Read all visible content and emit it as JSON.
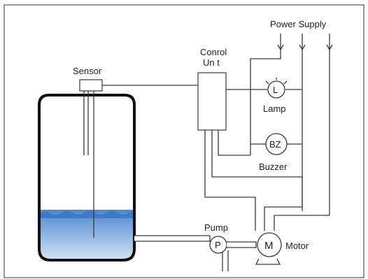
{
  "labels": {
    "power_supply": "Power Supply",
    "control_unit_line1": "Conrol",
    "control_unit_line2": "Un t",
    "sensor": "Sensor",
    "lamp": "Lamp",
    "buzzer": "Buzzer",
    "pump": "Pump",
    "motor": "Motor"
  },
  "symbols": {
    "lamp_letter": "L",
    "buzzer_letter": "BZ",
    "pump_letter": "P",
    "motor_letter": "M"
  },
  "colors": {
    "line": "#3a3a3a",
    "frame": "#555555",
    "water_top": "#5b8fd3",
    "water_bottom": "#dde8f6",
    "tank_outline": "#111111"
  }
}
